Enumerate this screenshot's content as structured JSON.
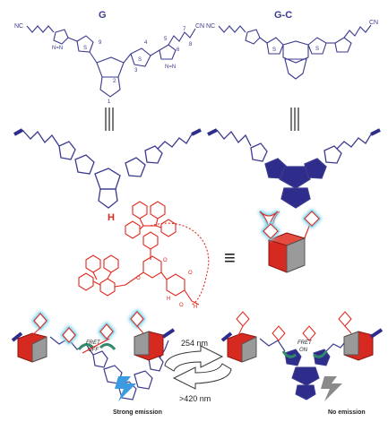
{
  "colors": {
    "switch_chain": "#3b3a8f",
    "switch_fill": "#2e2d8c",
    "host": "#e2261c",
    "glow": "#7fd3ec",
    "cap_gray": "#8c8c8c",
    "arrow_green": "#2e8a6a",
    "bolt_blue": "#3c9be0",
    "bolt_gray": "#8a8a8a"
  },
  "top_left": {
    "compound_label": "G",
    "nitrile_left": "NC",
    "nitrile_right": "CN",
    "atom_labels": [
      "9",
      "4",
      "5",
      "7",
      "3",
      "6",
      "8",
      "2",
      "1"
    ],
    "triazole_n_left": [
      "N",
      "N=N"
    ],
    "triazole_n_right": [
      "N",
      "N=N"
    ]
  },
  "top_right": {
    "compound_label": "G-C",
    "nitrile_left": "NC",
    "nitrile_right": "CN"
  },
  "middle": {
    "host_label": "H",
    "equivalence_symbol": "≡"
  },
  "bottom": {
    "forward_label": "254 nm",
    "reverse_label": ">420 nm",
    "left_fret_line1": "FRET",
    "left_fret_line2": "OFF",
    "right_fret_line1": "FRET",
    "right_fret_line2": "ON",
    "left_caption": "Strong emission",
    "right_caption": "No emission"
  }
}
